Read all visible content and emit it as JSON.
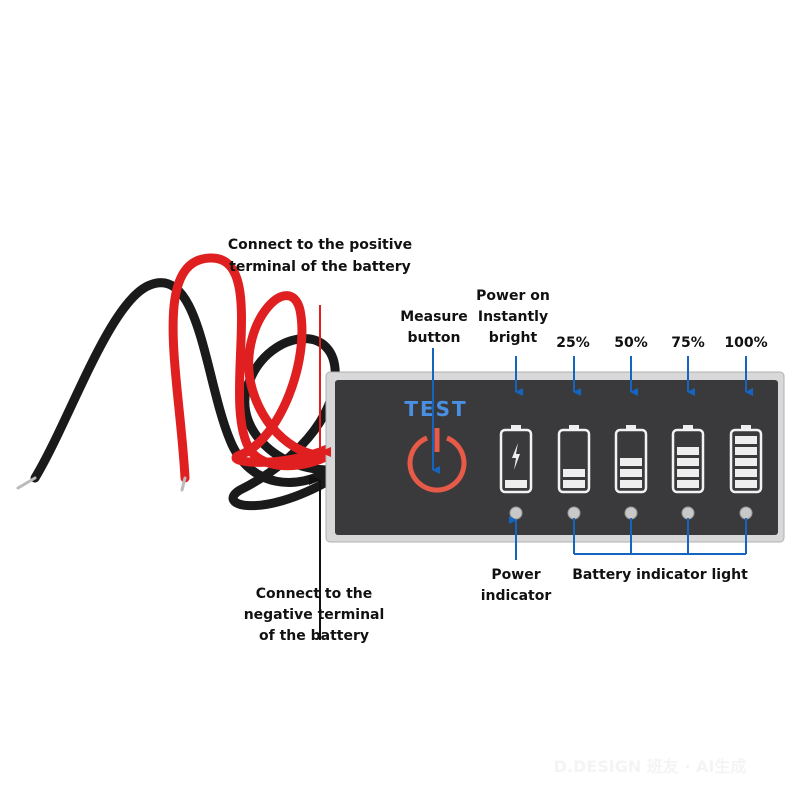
{
  "labels": {
    "positive": [
      "Connect to the positive",
      "terminal of the battery"
    ],
    "negative": [
      "Connect to the",
      "negative terminal",
      "of the battery"
    ],
    "measure": [
      "Measure",
      "button"
    ],
    "power_on": [
      "Power on",
      "Instantly",
      "bright"
    ],
    "percent": [
      "25%",
      "50%",
      "75%",
      "100%"
    ],
    "power_indicator": [
      "Power",
      "indicator"
    ],
    "battery_indicator": "Battery indicator light"
  },
  "board": {
    "button_text": "TEST",
    "battery_levels": [
      1,
      2,
      3,
      4,
      5
    ]
  },
  "watermark": "D.DESIGN 班友 · AI生成",
  "colors": {
    "arrow": "#1565c0",
    "red_wire": "#e02020",
    "board": "#3a3a3c",
    "ring": "#e85a48",
    "test": "#4a90e2"
  }
}
